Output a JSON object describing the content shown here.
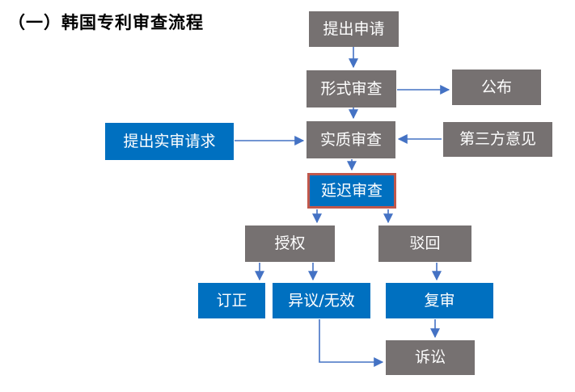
{
  "title": "（一）韩国专利审查流程",
  "colors": {
    "box_gray": "#767171",
    "box_blue": "#0070C0",
    "highlight_border": "#C0584C",
    "arrow": "#4472C4",
    "box_text": "#FFFFFF",
    "title_text": "#000000",
    "background": "#FFFFFF"
  },
  "nodes": [
    {
      "id": "apply",
      "label": "提出申请",
      "style": "gray"
    },
    {
      "id": "formal",
      "label": "形式审查",
      "style": "gray"
    },
    {
      "id": "publish",
      "label": "公布",
      "style": "gray"
    },
    {
      "id": "request",
      "label": "提出实审请求",
      "style": "blue"
    },
    {
      "id": "substantive",
      "label": "实质审查",
      "style": "gray"
    },
    {
      "id": "thirdparty",
      "label": "第三方意见",
      "style": "gray"
    },
    {
      "id": "delayed",
      "label": "延迟审查",
      "style": "blue-highlight"
    },
    {
      "id": "grant",
      "label": "授权",
      "style": "gray"
    },
    {
      "id": "reject",
      "label": "驳回",
      "style": "gray"
    },
    {
      "id": "correction",
      "label": "订正",
      "style": "blue"
    },
    {
      "id": "opposition",
      "label": "异议/无效",
      "style": "blue"
    },
    {
      "id": "reexam",
      "label": "复审",
      "style": "blue"
    },
    {
      "id": "litigation",
      "label": "诉讼",
      "style": "gray"
    }
  ],
  "connections": [
    {
      "from": "提出申请",
      "to": "形式审查"
    },
    {
      "from": "形式审查",
      "to": "公布"
    },
    {
      "from": "形式审查",
      "to": "实质审查"
    },
    {
      "from": "提出实审请求",
      "to": "实质审查"
    },
    {
      "from": "第三方意见",
      "to": "实质审查"
    },
    {
      "from": "实质审查",
      "to": "延迟审查"
    },
    {
      "from": "延迟审查",
      "to": "授权"
    },
    {
      "from": "延迟审查",
      "to": "驳回"
    },
    {
      "from": "授权",
      "to": "订正"
    },
    {
      "from": "授权",
      "to": "异议/无效"
    },
    {
      "from": "驳回",
      "to": "复审"
    },
    {
      "from": "复审",
      "to": "诉讼"
    },
    {
      "from": "异议/无效",
      "to": "诉讼"
    }
  ]
}
